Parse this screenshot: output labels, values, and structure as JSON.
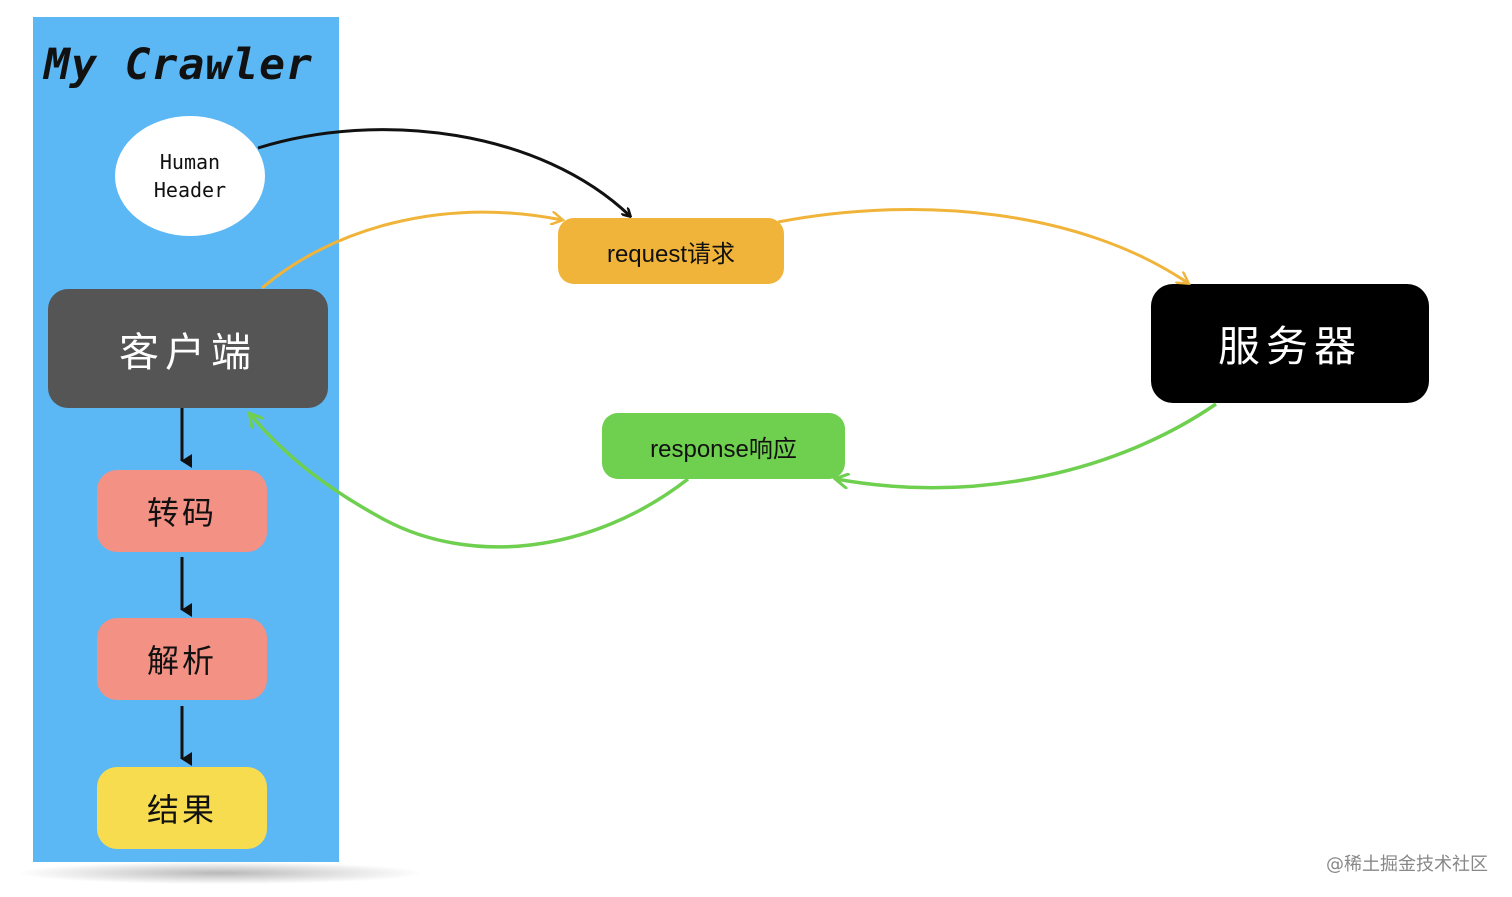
{
  "crawler": {
    "title": "My Crawler",
    "human_header": "Human\nHeader",
    "client": "客户端",
    "steps": [
      "转码",
      "解析",
      "结果"
    ]
  },
  "request_label": "request请求",
  "response_label": "response响应",
  "server": "服务器",
  "watermark": "@稀土掘金技术社区",
  "colors": {
    "panel": "#5bb8f5",
    "client": "#555555",
    "step": "#f29184",
    "result": "#f6dc4e",
    "request": "#f0b43a",
    "response": "#6fcf4f",
    "server": "#000000"
  }
}
